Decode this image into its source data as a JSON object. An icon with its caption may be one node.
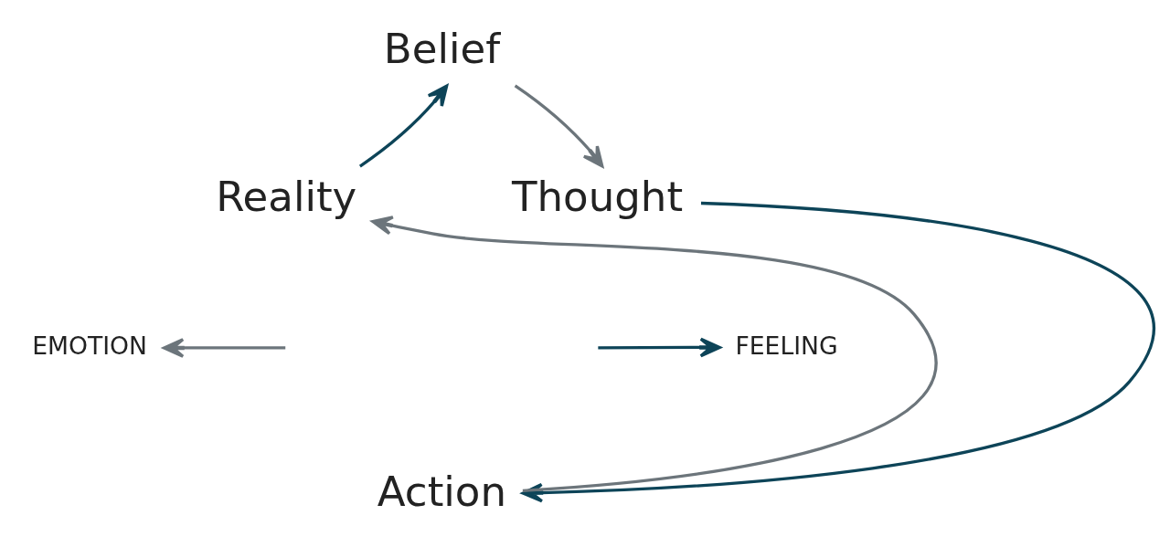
{
  "diagram": {
    "nodes": [
      {
        "text": [
          "Belief"
        ]
      },
      {
        "text": [
          "Reality"
        ]
      },
      {
        "text": [
          "Thought"
        ]
      },
      {
        "text": [
          "EMOTION"
        ]
      },
      {
        "text": [
          "FEELING"
        ]
      },
      {
        "text": [
          "Action"
        ]
      }
    ],
    "edges": [
      {
        "from": 1,
        "to": 0,
        "arrow": "to",
        "color": "#0d4458"
      },
      {
        "from": 0,
        "to": 2,
        "arrow": "to",
        "color": "#6c757b"
      },
      {
        "from": 2,
        "to": 5,
        "arrow": "to",
        "color": "#0d4458"
      },
      {
        "from": 5,
        "to": 1,
        "arrow": "to",
        "color": "#6c757b"
      },
      {
        "from": null,
        "to": 3,
        "arrow": "to",
        "color": "#6c757b"
      },
      {
        "from": null,
        "to": 4,
        "arrow": "to",
        "color": "#0d4458"
      }
    ]
  }
}
